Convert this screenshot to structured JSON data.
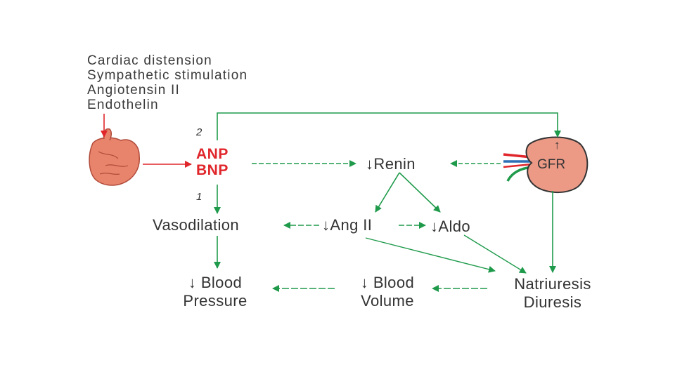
{
  "stimuli": [
    "Cardiac distension",
    "Sympathetic stimulation",
    "Angiotensin II",
    "Endothelin"
  ],
  "path_labels": {
    "two": "2",
    "one": "1"
  },
  "hormones": {
    "anp": "ANP",
    "bnp": "BNP"
  },
  "nodes": {
    "renin": "↓Renin",
    "gfr_arrow": "↑",
    "gfr": "GFR",
    "vasodilation": "Vasodilation",
    "ang_ii": "↓Ang II",
    "aldo": "↓Aldo",
    "blood_pressure": [
      "↓ Blood",
      "Pressure"
    ],
    "blood_volume": [
      "↓ Blood",
      "Volume"
    ],
    "natriuresis": [
      "Natriuresis",
      "Diuresis"
    ]
  },
  "colors": {
    "arrow_green": "#1f9a4b",
    "arrow_red": "#e0262b",
    "hormone_red": "#e0262b",
    "heart_fill": "#e9846c",
    "kidney_fill": "#ec9a86",
    "text": "#333333"
  },
  "icons": {
    "heart": "heart-icon",
    "kidney": "kidney-icon"
  }
}
